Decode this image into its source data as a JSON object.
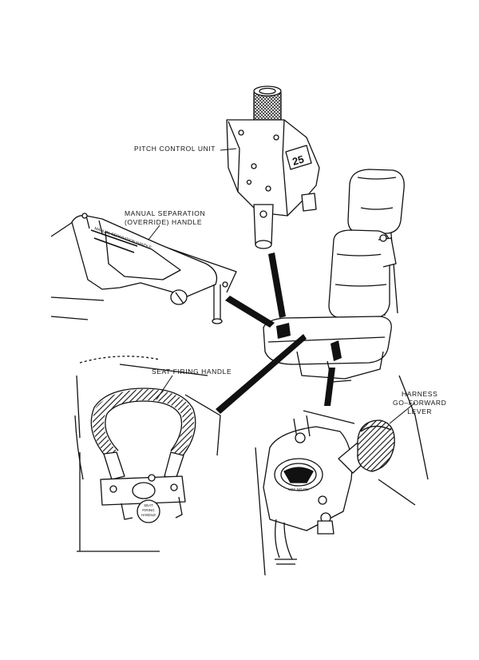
{
  "diagram": {
    "labels": {
      "pitch_control_unit": "PITCH CONTROL UNIT",
      "manual_separation_line1": "MANUAL SEPARATION",
      "manual_separation_line2": "(OVERRIDE) HANDLE",
      "seat_firing_handle": "SEAT FIRING HANDLE",
      "harness_line1": "HARNESS",
      "harness_line2": "GO–FORWARD",
      "harness_line3": "LEVER"
    },
    "placards": {
      "pcu_dial_number": "25",
      "manual_separation_placard": "MANUAL SEPARATION HANDLE",
      "seat_firing_tag_line1": "SEAT",
      "seat_firing_tag_line2": "FIRING",
      "seat_firing_tag_line3": "HANDLE",
      "gauge_text": "USE NO OIL"
    },
    "colors": {
      "ink": "#111111",
      "paper": "#ffffff"
    }
  }
}
